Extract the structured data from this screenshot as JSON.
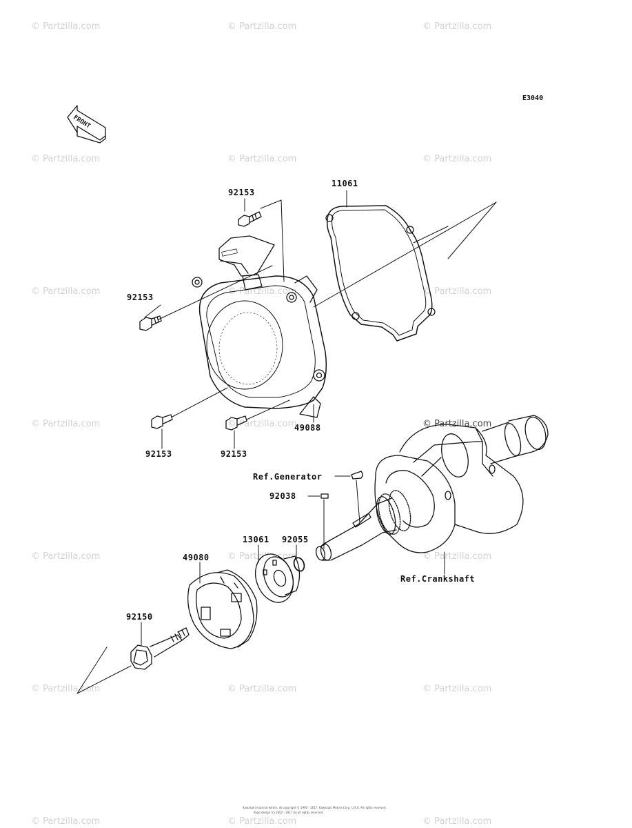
{
  "diagram_code": "E3040",
  "front_label": "FRONT",
  "watermark": "© Partzilla.com",
  "callouts": {
    "p11061": "11061",
    "p92153_top": "92153",
    "p92153_left": "92153",
    "p92153_bl": "92153",
    "p92153_br": "92153",
    "p49088": "49088",
    "ref_generator": "Ref.Generator",
    "p92038": "92038",
    "p13061": "13061",
    "p92055": "92055",
    "p49080": "49080",
    "p92150": "92150",
    "ref_crankshaft": "Ref.Crankshaft"
  },
  "crank_watermark": "© Partzilla.com",
  "copyright_line1": "Kawasaki material within, all copyright © 1995 - 2017, Kawasaki Motors Corp, U.S.A. All rights reserved.",
  "copyright_line2": "Page design (c) 2002 - 2017 by all rights reserved."
}
